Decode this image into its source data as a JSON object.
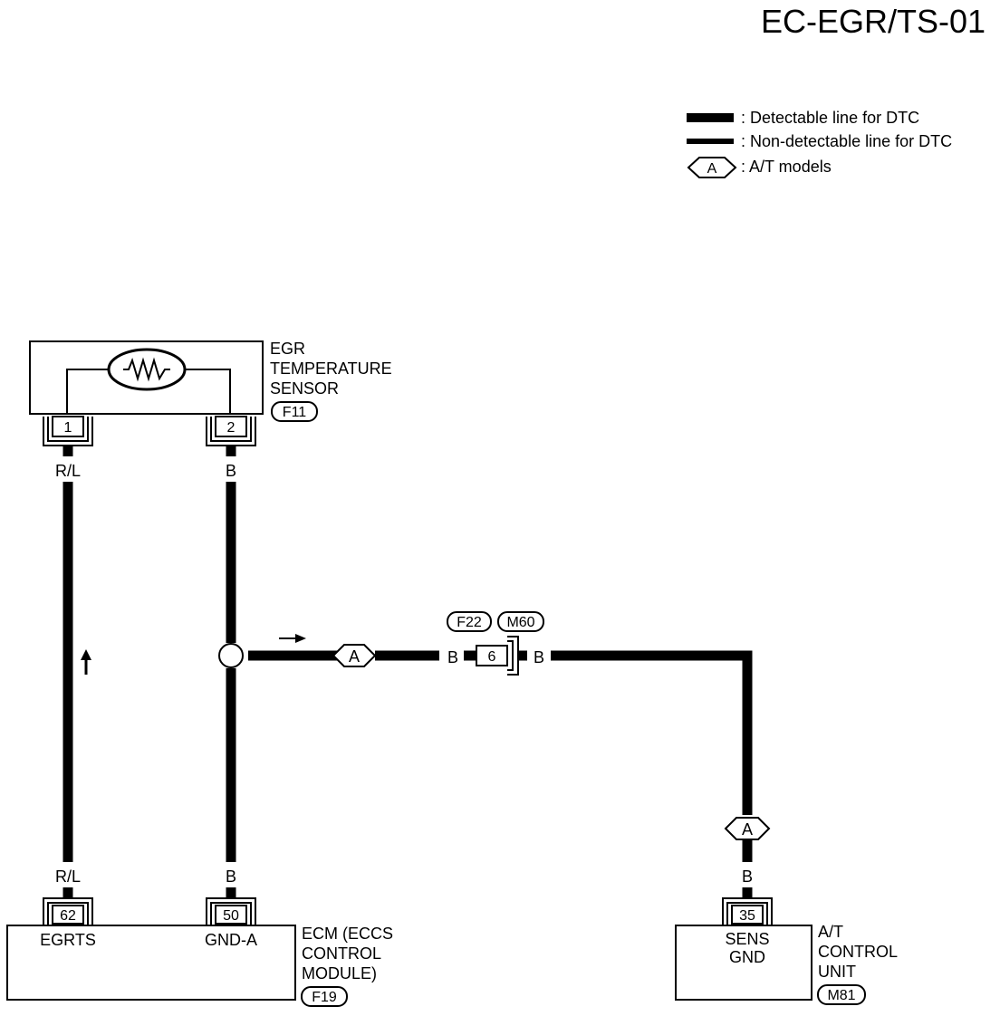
{
  "page_id": "EC-EGR/TS-01",
  "legend": {
    "detectable": ": Detectable line for DTC",
    "non_detectable": ": Non-detectable line for DTC",
    "at_symbol": "A",
    "at_models": ": A/T models"
  },
  "egr_sensor": {
    "name_line1": "EGR",
    "name_line2": "TEMPERATURE",
    "name_line3": "SENSOR",
    "connector": "F11",
    "pin1": "1",
    "pin2": "2"
  },
  "wires": {
    "wire1_color_top": "R/L",
    "wire2_color_top": "B",
    "wire1_color_bottom": "R/L",
    "wire2_color_bottom": "B",
    "branch_color_left": "B",
    "branch_color_right": "B",
    "at_color": "B"
  },
  "junction": {
    "connector_a": "F22",
    "connector_b": "M60",
    "pin": "6",
    "at_marker": "A"
  },
  "ecm": {
    "pin62": "62",
    "pin50": "50",
    "term62": "EGRTS",
    "term50": "GND-A",
    "name_line1": "ECM (ECCS",
    "name_line2": "CONTROL",
    "name_line3": "MODULE)",
    "connector": "F19"
  },
  "at_unit": {
    "at_marker": "A",
    "pin": "35",
    "term_line1": "SENS",
    "term_line2": "GND",
    "name_line1": "A/T",
    "name_line2": "CONTROL",
    "name_line3": "UNIT",
    "connector": "M81"
  }
}
